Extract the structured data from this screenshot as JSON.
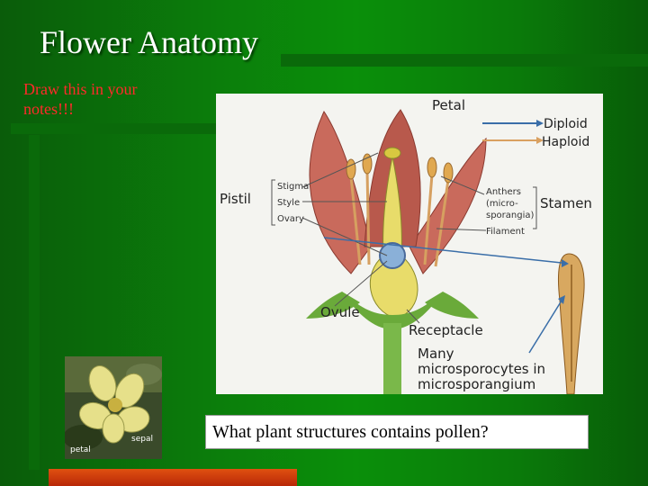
{
  "slide": {
    "title": "Flower Anatomy",
    "notes": "Draw this in your notes!!!",
    "question": "What plant structures contains pollen?"
  },
  "diagram": {
    "labels": {
      "petal": "Petal",
      "diploid": "Diploid",
      "haploid": "Haploid",
      "pistil": "Pistil",
      "stigma": "Stigma",
      "style": "Style",
      "ovary": "Ovary",
      "anthers_line1": "Anthers",
      "anthers_line2": "(micro-",
      "anthers_line3": "sporangia)",
      "stamen": "Stamen",
      "filament": "Filament",
      "ovule": "Ovule",
      "receptacle": "Receptacle",
      "many_line1": "Many",
      "many_line2": "microsporocytes in",
      "many_line3": "microsporangium"
    }
  },
  "photo": {
    "label_petal": "petal",
    "label_sepal": "sepal"
  },
  "colors": {
    "background": "#0a8f0a",
    "notes_text": "#ff2a2a",
    "diploid_arrow": "#3a6ea8",
    "haploid_arrow": "#d9a060",
    "bottom_bar": "#d04010"
  }
}
